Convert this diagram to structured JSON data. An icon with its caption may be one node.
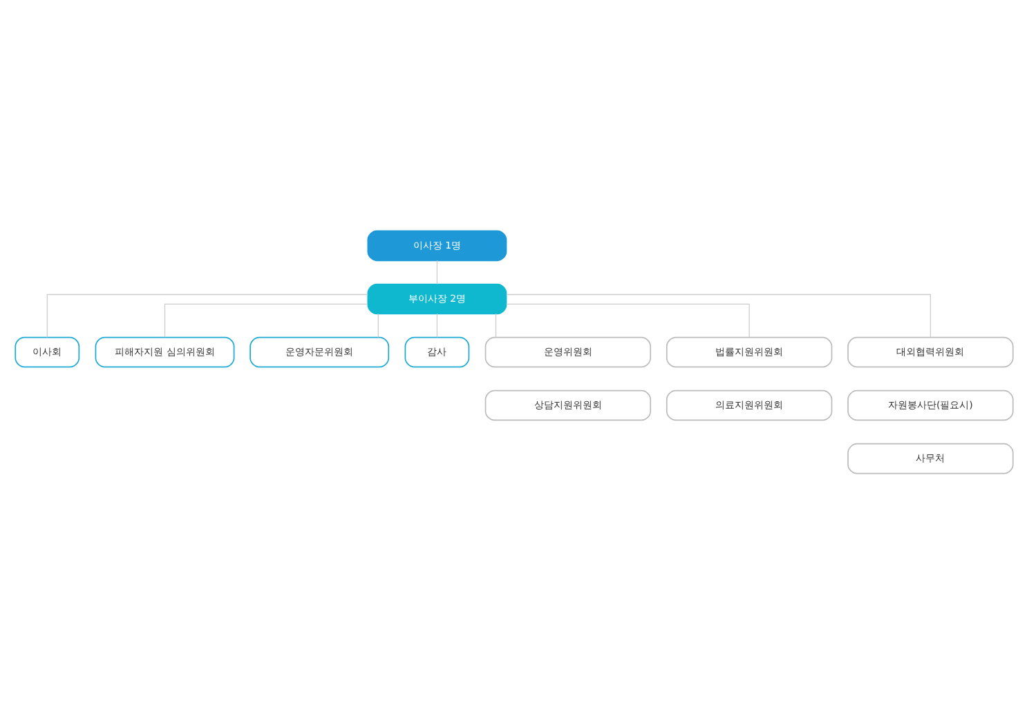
{
  "diagram": {
    "nodes": [
      {
        "text": [
          "이사장 1명"
        ]
      },
      {
        "text": [
          "부이사장 2명"
        ]
      },
      {
        "text": [
          "이사회"
        ]
      },
      {
        "text": [
          "피해자지원 심의위원회"
        ]
      },
      {
        "text": [
          "운영자문위원회"
        ]
      },
      {
        "text": [
          "감사"
        ]
      },
      {
        "text": [
          "운영위원회"
        ]
      },
      {
        "text": [
          "상담지원위원회"
        ]
      },
      {
        "text": [
          "법률지원위원회"
        ]
      },
      {
        "text": [
          "의료지원위원회"
        ]
      },
      {
        "text": [
          "대외협력위원회"
        ]
      },
      {
        "text": [
          "자원봉사단(필요시)"
        ]
      },
      {
        "text": [
          "사무처"
        ]
      }
    ],
    "edges": [
      {
        "from": 0,
        "to": 1,
        "arrow": "none"
      },
      {
        "from": 1,
        "to": 2,
        "arrow": "none"
      },
      {
        "from": 1,
        "to": 3,
        "arrow": "none"
      },
      {
        "from": 1,
        "to": 4,
        "arrow": "none"
      },
      {
        "from": 1,
        "to": 5,
        "arrow": "none"
      },
      {
        "from": 1,
        "to": 6,
        "arrow": "none"
      },
      {
        "from": 1,
        "to": 8,
        "arrow": "none"
      },
      {
        "from": 1,
        "to": 10,
        "arrow": "none"
      }
    ]
  }
}
